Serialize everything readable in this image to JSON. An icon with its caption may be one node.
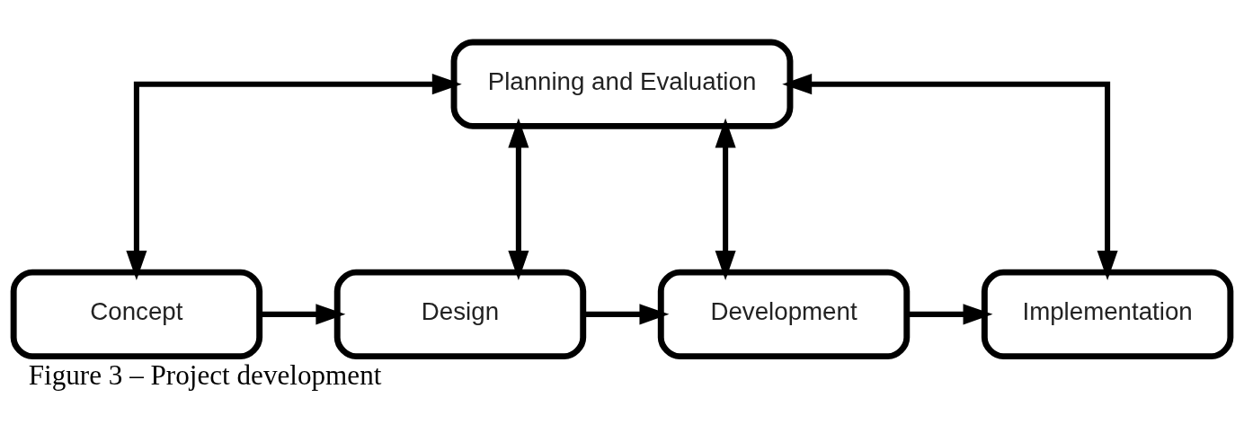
{
  "diagram": {
    "caption": "Figure 3 – Project development",
    "nodes": [
      {
        "text": [
          "Planning and Evaluation"
        ]
      },
      {
        "text": [
          "Concept"
        ]
      },
      {
        "text": [
          "Design"
        ]
      },
      {
        "text": [
          "Development"
        ]
      },
      {
        "text": [
          "Implementation"
        ]
      }
    ],
    "edges": [
      {
        "from": 0,
        "to": 1,
        "arrow": "both"
      },
      {
        "from": 0,
        "to": 2,
        "arrow": "both"
      },
      {
        "from": 0,
        "to": 3,
        "arrow": "both"
      },
      {
        "from": 0,
        "to": 4,
        "arrow": "both"
      },
      {
        "from": 1,
        "to": 2,
        "arrow": "to"
      },
      {
        "from": 2,
        "to": 3,
        "arrow": "to"
      },
      {
        "from": 3,
        "to": 4,
        "arrow": "to"
      }
    ]
  }
}
